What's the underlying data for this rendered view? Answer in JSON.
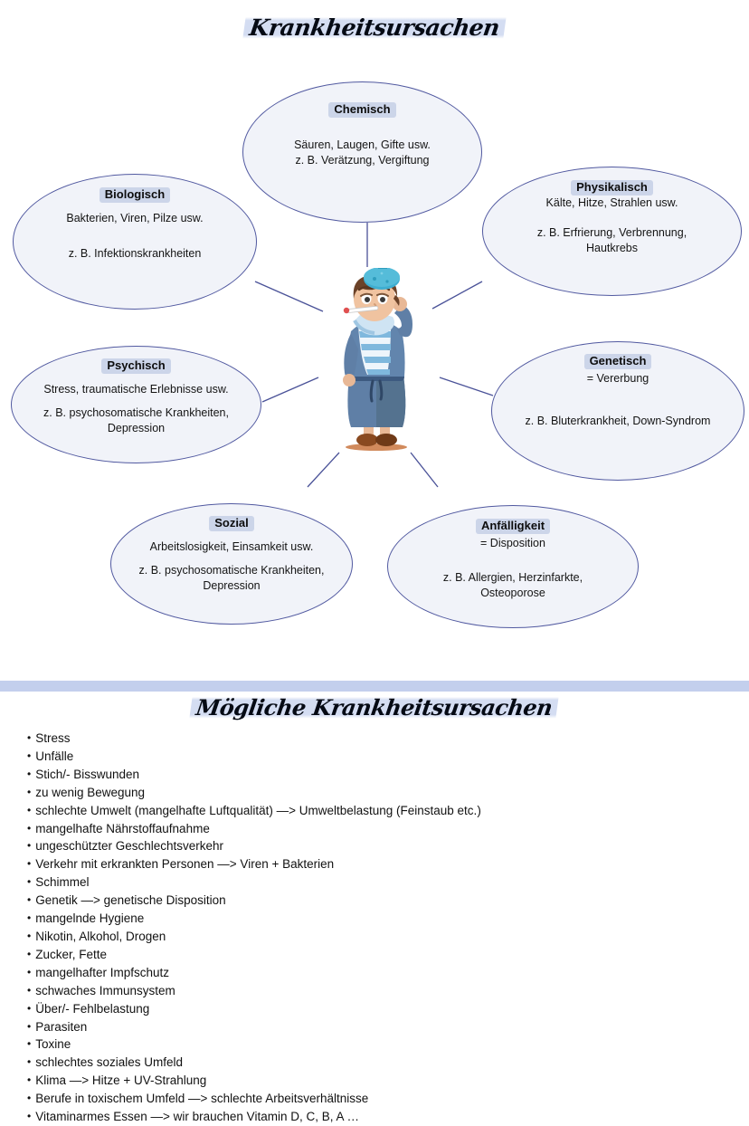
{
  "mindmap": {
    "title": "Krankheitsursachen",
    "center_illustration": "sick-person-illustration",
    "nodes": [
      {
        "id": "chemisch",
        "head": "Chemisch",
        "sub": "",
        "line1": "Säuren, Laugen, Gifte usw.",
        "line2": "z. B. Verätzung, Vergiftung"
      },
      {
        "id": "biologisch",
        "head": "Biologisch",
        "sub": "",
        "line1": "Bakterien, Viren, Pilze usw.",
        "line2": "z. B. Infektionskrankheiten"
      },
      {
        "id": "physikalisch",
        "head": "Physikalisch",
        "sub": "",
        "line1": "Kälte, Hitze, Strahlen usw.",
        "line2": "z. B. Erfrierung, Verbrennung,",
        "line3": "Hautkrebs"
      },
      {
        "id": "psychisch",
        "head": "Psychisch",
        "sub": "",
        "line1": "Stress, traumatische Erlebnisse usw.",
        "line2": "z. B. psychosomatische Krankheiten,",
        "line3": "Depression"
      },
      {
        "id": "genetisch",
        "head": "Genetisch",
        "sub": "= Vererbung",
        "line1": "",
        "line2": "z. B. Bluterkrankheit, Down-Syndrom"
      },
      {
        "id": "sozial",
        "head": "Sozial",
        "sub": "",
        "line1": "Arbeitslosigkeit, Einsamkeit usw.",
        "line2": "z. B. psychosomatische Krankheiten,",
        "line3": "Depression"
      },
      {
        "id": "anfaelligkeit",
        "head": "Anfälligkeit",
        "sub": "= Disposition",
        "line1": "",
        "line2": "z. B. Allergien, Herzinfarkte,",
        "line3": "Osteoporose"
      }
    ]
  },
  "list_section": {
    "title": "Mögliche Krankheitsursachen",
    "items": [
      "Stress",
      "Unfälle",
      "Stich/- Bisswunden",
      "zu wenig Bewegung",
      "schlechte Umwelt (mangelhafte Luftqualität) —> Umweltbelastung (Feinstaub etc.)",
      "mangelhafte Nährstoffaufnahme",
      "ungeschützter Geschlechtsverkehr",
      "Verkehr mit erkrankten Personen —> Viren + Bakterien",
      "Schimmel",
      "Genetik —> genetische Disposition",
      "mangelnde Hygiene",
      "Nikotin, Alkohol, Drogen",
      "Zucker, Fette",
      "mangelhafter Impfschutz",
      "schwaches Immunsystem",
      "Über/- Fehlbelastung",
      "Parasiten",
      "Toxine",
      "schlechtes soziales Umfeld",
      "Klima —> Hitze + UV-Strahlung",
      "Berufe in toxischem Umfeld —> schlechte Arbeitsverhältnisse",
      "Vitaminarmes Essen —> wir brauchen Vitamin D, C, B, A …"
    ]
  },
  "colors": {
    "node_border": "#5159a0",
    "node_fill": "#f1f3f9",
    "heading_highlight": "#ccd5e9",
    "divider_band": "#c3cfed",
    "connector_line": "#4a5298",
    "page_background": "#ffffff"
  }
}
